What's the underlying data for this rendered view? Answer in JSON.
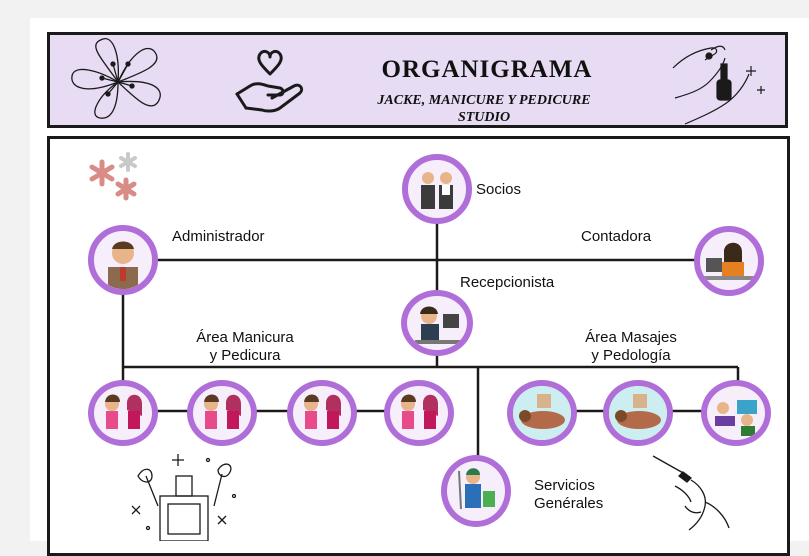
{
  "header": {
    "title": "ORGANIGRAMA",
    "subtitle_line1": "JACKE, MANICURE Y PEDICURE",
    "subtitle_line2": "STUDIO"
  },
  "roles": {
    "socios": "Socios",
    "administrador": "Administrador",
    "contadora": "Contadora",
    "recepcionista": "Recepcionista",
    "area_manicura_line1": "Área Manicura",
    "area_manicura_line2": "y Pedicura",
    "area_masajes_line1": "Área Masajes",
    "area_masajes_line2": "y Pedología",
    "servicios_line1": "Servicios",
    "servicios_line2": "Genérales"
  },
  "colors": {
    "header_bg": "#e7dcf3",
    "node_ring": "#b06fd8",
    "line": "#1a1a1a",
    "flower_a": "#d98b86",
    "flower_b": "#c9c9c9"
  },
  "icons": {
    "header_left": "flower-icon",
    "header_heart": "heart-hand-icon",
    "header_right": "nail-polish-hand-icon",
    "decor_flowers": "asterisk-flowers-icon",
    "decor_bottom_left": "perfume-bottle-icon",
    "decor_bottom_right": "nail-brush-hand-icon"
  }
}
